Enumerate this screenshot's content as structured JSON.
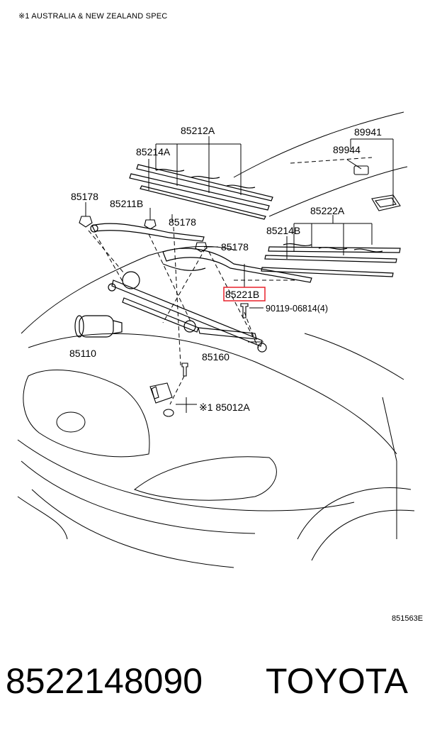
{
  "note": "※1 AUSTRALIA & NEW ZEALAND SPEC",
  "labels": {
    "l85212A": "85212A",
    "l85214A": "85214A",
    "l85178a": "85178",
    "l85211B": "85211B",
    "l85178b": "85178",
    "l85178c": "85178",
    "l89941": "89941",
    "l89944": "89944",
    "l85222A": "85222A",
    "l85214B": "85214B",
    "l85221B": "85221B",
    "l90119": "90119-06814(4)",
    "l85110": "85110",
    "l85160": "85160",
    "l85012A": "※1 85012A"
  },
  "diagram_code": "851563E",
  "part_number": "8522148090",
  "brand": "TOYOTA",
  "colors": {
    "highlight": "#e8202a",
    "ink": "#000000"
  }
}
